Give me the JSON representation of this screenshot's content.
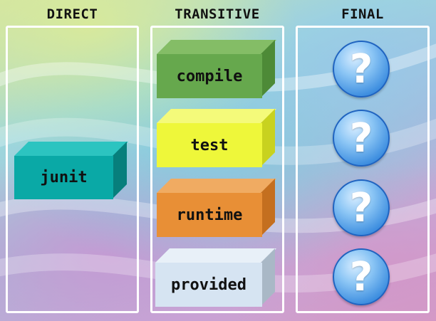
{
  "columns": {
    "direct": {
      "title": "DIRECT"
    },
    "transitive": {
      "title": "TRANSITIVE"
    },
    "final": {
      "title": "FINAL"
    }
  },
  "direct_items": [
    {
      "label": "junit",
      "color": "#0aa9a6"
    }
  ],
  "transitive_items": [
    {
      "label": "compile",
      "color": "#66a84d"
    },
    {
      "label": "test",
      "color": "#eef73a"
    },
    {
      "label": "runtime",
      "color": "#e88f36"
    },
    {
      "label": "provided",
      "color": "#d6e4f2"
    }
  ],
  "final_items": [
    {
      "label": "?"
    },
    {
      "label": "?"
    },
    {
      "label": "?"
    },
    {
      "label": "?"
    }
  ]
}
